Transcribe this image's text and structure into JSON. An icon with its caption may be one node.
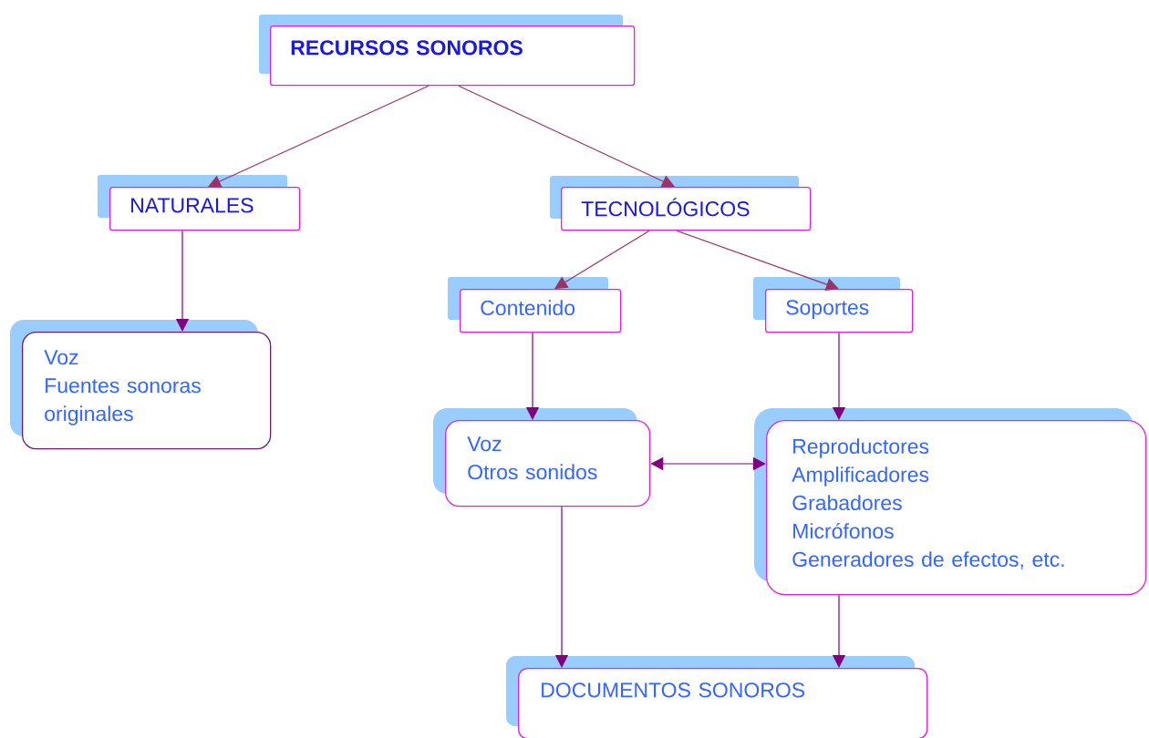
{
  "diagram": {
    "nodes": [
      {
        "text": [
          "RECURSOS SONOROS"
        ]
      },
      {
        "text": [
          "NATURALES"
        ]
      },
      {
        "text": [
          "TECNOLÓGICOS"
        ]
      },
      {
        "text": [
          "Contenido"
        ]
      },
      {
        "text": [
          "Soportes"
        ]
      },
      {
        "text": [
          "Voz",
          "Fuentes sonoras originales"
        ]
      },
      {
        "text": [
          "Voz",
          "Otros sonidos"
        ]
      },
      {
        "text": [
          "Reproductores",
          "Amplificadores",
          "Grabadores",
          "Micrófonos",
          "Generadores de efectos, etc."
        ]
      },
      {
        "text": [
          "DOCUMENTOS SONOROS"
        ]
      }
    ],
    "edges": [
      {
        "from": 0,
        "to": 1,
        "arrow": "to",
        "color": "#993366"
      },
      {
        "from": 0,
        "to": 2,
        "arrow": "to",
        "color": "#993366"
      },
      {
        "from": 1,
        "to": 5,
        "arrow": "to"
      },
      {
        "from": 2,
        "to": 3,
        "arrow": "to",
        "color": "#993366"
      },
      {
        "from": 2,
        "to": 4,
        "arrow": "to",
        "color": "#993366"
      },
      {
        "from": 3,
        "to": 6,
        "arrow": "to"
      },
      {
        "from": 4,
        "to": 7,
        "arrow": "to"
      },
      {
        "from": 6,
        "to": 7,
        "arrow": "both"
      },
      {
        "from": 6,
        "to": 8,
        "arrow": "to"
      },
      {
        "from": 7,
        "to": 8,
        "arrow": "to"
      }
    ]
  }
}
